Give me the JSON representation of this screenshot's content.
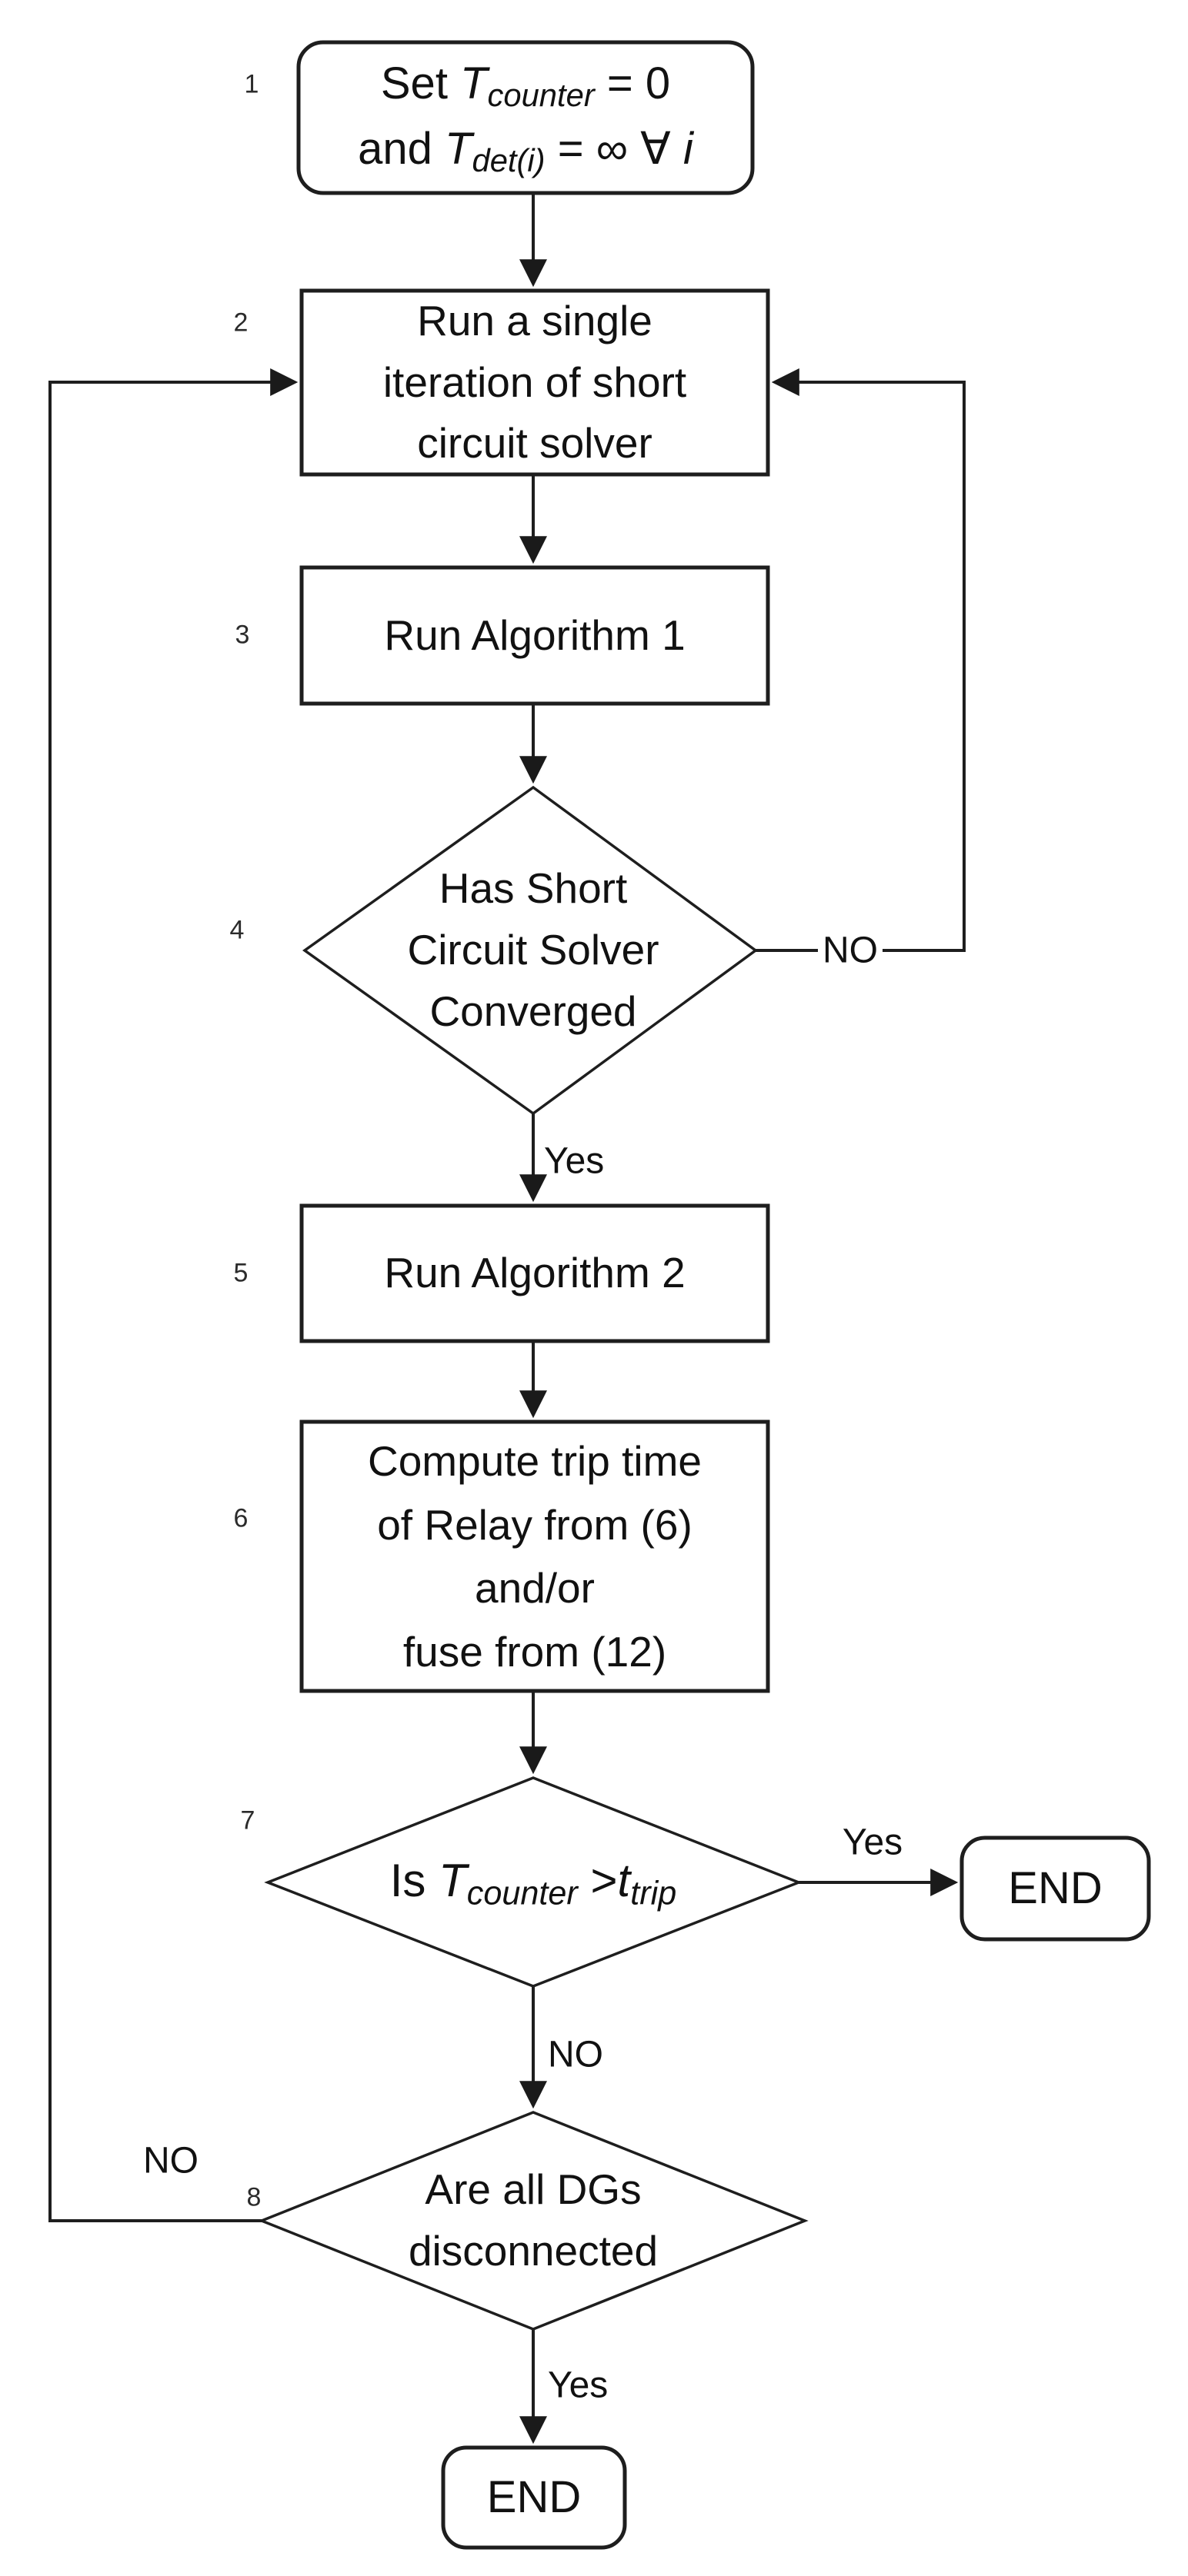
{
  "colors": {
    "stroke": "#1e1e1e",
    "background": "#ffffff",
    "text": "#111111"
  },
  "steps": {
    "n1": {
      "num": "1",
      "l1": {
        "pre": "Set ",
        "var": "T",
        "sub": "counter",
        "post": " = 0"
      },
      "l2": {
        "pre": "and ",
        "var": "T",
        "sub": "det(i)",
        "post": " = ∞ ∀ ",
        "it": "i"
      }
    },
    "n2": {
      "num": "2",
      "l1": "Run a single",
      "l2": "iteration of short",
      "l3": "circuit solver"
    },
    "n3": {
      "num": "3",
      "t": "Run Algorithm 1"
    },
    "n4": {
      "num": "4",
      "l1": "Has Short",
      "l2": "Circuit Solver",
      "l3": "Converged"
    },
    "n5": {
      "num": "5",
      "t": "Run Algorithm 2"
    },
    "n6": {
      "num": "6",
      "l1": "Compute trip time",
      "l2": "of Relay from (6)",
      "l3": "and/or",
      "l4": "fuse from (12)"
    },
    "n7": {
      "num": "7",
      "pre": "Is ",
      "var1": "T",
      "sub1": "counter",
      "gt": " >",
      "var2": "t",
      "sub2": "trip"
    },
    "n8": {
      "num": "8",
      "l1": "Are all DGs",
      "l2": "disconnected"
    },
    "end_right": {
      "t": "END"
    },
    "end_bottom": {
      "t": "END"
    }
  },
  "edges": {
    "no4": "NO",
    "yes4": "Yes",
    "yes7": "Yes",
    "no7": "NO",
    "no8": "NO",
    "yes8": "Yes"
  }
}
